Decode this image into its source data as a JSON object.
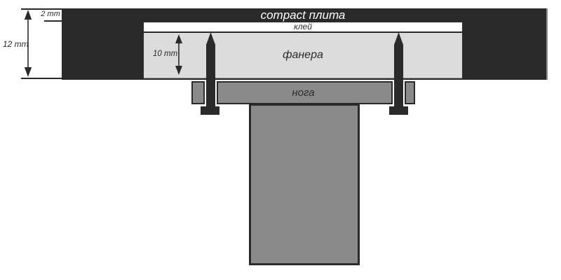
{
  "diagram": {
    "labels": {
      "board": "compact плита",
      "glue": "клей",
      "plywood": "фанера",
      "leg": "нога"
    },
    "dimensions": {
      "board_top_thickness": "2 mm",
      "board_total_thickness": "12 mm",
      "plywood_thickness": "10 mm"
    },
    "colors": {
      "board": "#2B2A29",
      "glue": "#FFFFFF",
      "plywood": "#DBDCDD",
      "leg": "#8A8A8A",
      "screw": "#2B2A29",
      "background": "#FFFFFF"
    }
  }
}
